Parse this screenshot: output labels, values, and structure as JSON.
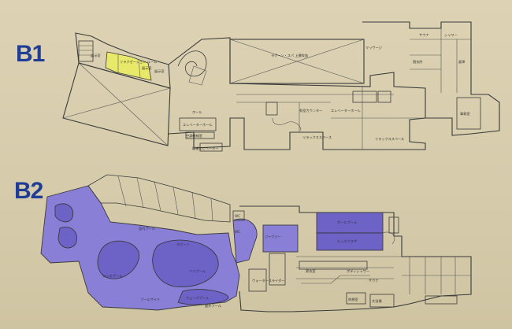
{
  "floors": {
    "b1": {
      "label": "B1",
      "rooms": {
        "r1": "展示室",
        "r2": "リラクゼーション\nルーム",
        "r3": "展示室",
        "r4": "展示室",
        "lagoon_upper": "ラグーン・スパ\n上層吹抜",
        "hall": "ホール",
        "elevator_hall": "エレベーターホール",
        "machine_room": "空調機械室",
        "glass_elevator": "展望エレベーター",
        "reception": "和室カウンター",
        "relax_space": "リラックススペース",
        "relax_space2": "リラックススペース",
        "elevator_hall2": "エレベーターホール",
        "massage": "マッサージ",
        "sauna": "サウナ",
        "shower": "シャワー",
        "dressing": "脱衣所",
        "storage": "倉庫",
        "office": "事務室"
      }
    },
    "b2": {
      "label": "B2",
      "rooms": {
        "indoor_pool": "室内プール",
        "lagoon": "ラグーン",
        "kids_pool": "キッズプール",
        "bali_pool": "バリプール",
        "wave": "ウェーブプール",
        "jacuzzi": "ジャグジー",
        "ball_pool": "ボールプール",
        "kids_plaza": "キッズプラザ",
        "water_slide": "ウォータースライダー",
        "outdoor": "屋外プール",
        "body_shower": "ボディシャワー",
        "sauna": "サウナ",
        "bath": "大浴場",
        "changing": "更衣室",
        "wc": "WC",
        "wc2": "WC",
        "lounge": "休憩室",
        "pool_side": "プールサイド"
      }
    }
  }
}
